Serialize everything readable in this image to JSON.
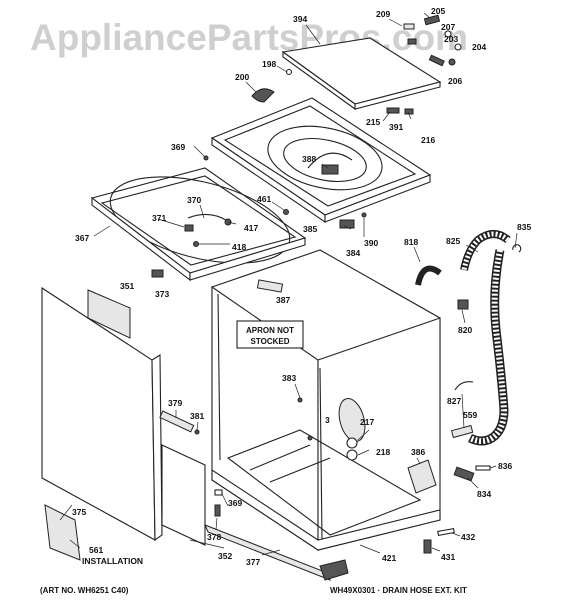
{
  "watermark": "AppliancePartsPros.com",
  "notes": {
    "apron_line1": "APRON NOT",
    "apron_line2": "STOCKED",
    "art_no": "(ART NO. WH6251 C40)",
    "drain_kit": "WH49X0301 · DRAIN HOSE EXT. KIT",
    "installation": "INSTALLATION"
  },
  "callouts": {
    "c394": "394",
    "c209": "209",
    "c205": "205",
    "c207": "207",
    "c203": "203",
    "c204": "204",
    "c198": "198",
    "c200": "200",
    "c206": "206",
    "c215": "215",
    "c391": "391",
    "c216": "216",
    "c369a": "369",
    "c388": "388",
    "c461": "461",
    "c370": "370",
    "c371": "371",
    "c417": "417",
    "c418": "418",
    "c367": "367",
    "c385": "385",
    "c384": "384",
    "c390": "390",
    "c835": "835",
    "c825": "825",
    "c818": "818",
    "c351": "351",
    "c373": "373",
    "c387": "387",
    "c820": "820",
    "c383": "383",
    "c379": "379",
    "c381": "381",
    "c3": "3",
    "c217": "217",
    "c218": "218",
    "c386": "386",
    "c827": "827",
    "c559": "559",
    "c836": "836",
    "c834": "834",
    "c375": "375",
    "c369b": "369",
    "c378": "378",
    "c352": "352",
    "c377": "377",
    "c421": "421",
    "c432": "432",
    "c431": "431",
    "c561": "561"
  }
}
